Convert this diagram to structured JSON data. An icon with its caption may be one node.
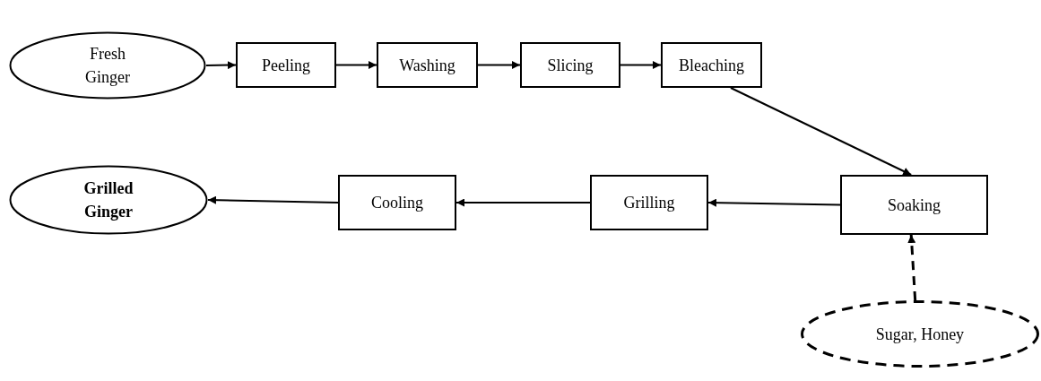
{
  "diagram": {
    "nodes": [
      {
        "text": [
          "Fresh Ginger"
        ]
      },
      {
        "text": [
          "Peeling"
        ]
      },
      {
        "text": [
          "Washing"
        ]
      },
      {
        "text": [
          "Slicing"
        ]
      },
      {
        "text": [
          "Bleaching"
        ]
      },
      {
        "text": [
          "Soaking"
        ]
      },
      {
        "text": [
          "Grilling"
        ]
      },
      {
        "text": [
          "Cooling"
        ]
      },
      {
        "text": [
          "Grilled Ginger"
        ]
      },
      {
        "text": [
          "Sugar, Honey"
        ]
      }
    ],
    "edges": [
      {
        "from": 0,
        "to": 1,
        "arrow": "to"
      },
      {
        "from": 1,
        "to": 2,
        "arrow": "to"
      },
      {
        "from": 2,
        "to": 3,
        "arrow": "to"
      },
      {
        "from": 3,
        "to": 4,
        "arrow": "to"
      },
      {
        "from": 4,
        "to": 5,
        "arrow": "to"
      },
      {
        "from": 5,
        "to": 6,
        "arrow": "to"
      },
      {
        "from": 6,
        "to": 7,
        "arrow": "to"
      },
      {
        "from": 7,
        "to": 8,
        "arrow": "to"
      },
      {
        "from": 9,
        "to": 5,
        "arrow": "to",
        "style": "dashed"
      }
    ]
  }
}
